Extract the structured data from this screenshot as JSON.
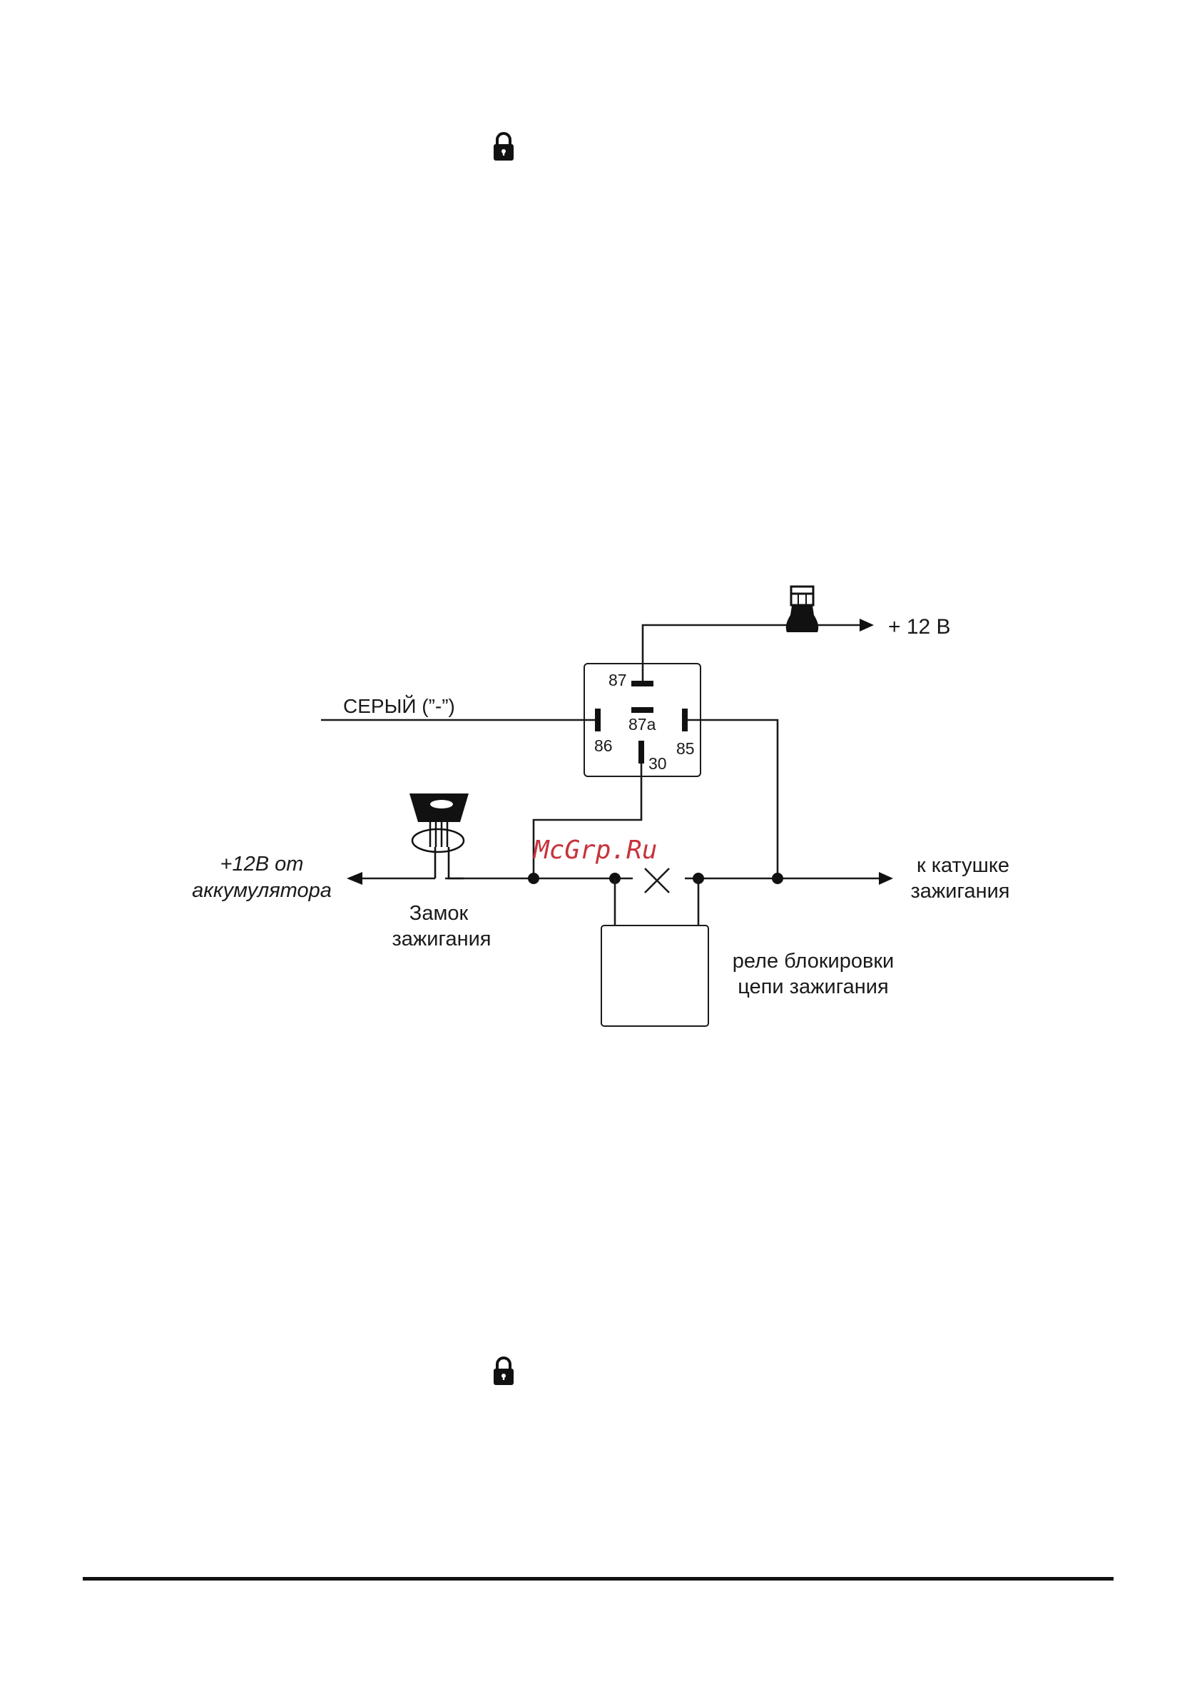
{
  "relay": {
    "pin_87": "87",
    "pin_87a": "87a",
    "pin_86": "86",
    "pin_85": "85",
    "pin_30": "30"
  },
  "labels": {
    "plus12v": "+ 12 В",
    "grey_wire": "СЕРЫЙ (”-”)",
    "battery_line1": "+12В от",
    "battery_line2": "аккумулятора",
    "ignition_lock_line1": "Замок",
    "ignition_lock_line2": "зажигания",
    "coil_line1": "к катушке",
    "coil_line2": "зажигания",
    "block_relay_line1": "реле блокировки",
    "block_relay_line2": "цепи зажигания"
  },
  "watermark": "McGrp.Ru",
  "colors": {
    "line": "#1a1a1a",
    "watermark": "#c8323c",
    "page_background": "#ffffff"
  },
  "icons": [
    "lock-icon",
    "fuse-icon",
    "ignition-key-icon"
  ]
}
